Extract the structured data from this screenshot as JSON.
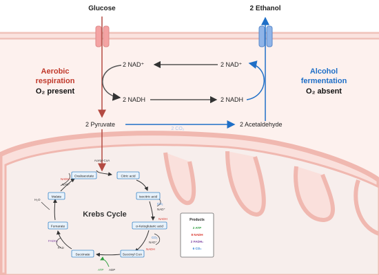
{
  "labels": {
    "glucose": "Glucose",
    "ethanol": "2 Ethanol",
    "nad_left": "2 NAD⁺",
    "nad_right": "2 NAD⁺",
    "nadh_left": "2 NADH",
    "nadh_right": "2 NADH",
    "pyruvate": "2 Pyruvate",
    "acetaldehyde": "2 Acetaldehyde",
    "co2_arrow": "2 CO₂",
    "aerobic_line1": "Aerobic",
    "aerobic_line2": "respiration",
    "aerobic_line3": "O₂ present",
    "fermentation_line1": "Alcohol",
    "fermentation_line2": "fermentation",
    "fermentation_line3": "O₂ absent"
  },
  "krebs": {
    "title": "Krebs Cycle",
    "acetyl": "Acetyl-CoA",
    "intermediates": [
      "Oxaloacetate",
      "Citric acid",
      "Isocitric acid",
      "α-Ketoglutaric acid",
      "Succinyl CoA",
      "Succinate",
      "Fumarate",
      "Malate"
    ],
    "side": {
      "nadh_top": "NADH",
      "nad_top": "NAD⁺",
      "h2o": "H₂O",
      "co2_a": "CO₂",
      "nad_a": "NAD⁺",
      "nadh_a": "NADH",
      "co2_b": "CO₂",
      "nad_b": "NAD⁺",
      "nadh_b": "NADH",
      "fadh2": "FADH₂",
      "fad": "FAD",
      "atp": "ATP",
      "adp": "ADP"
    }
  },
  "products": {
    "title": "Products",
    "items": [
      "2 ATP",
      "8 NADH",
      "2 FADH₂",
      "6 CO₂"
    ]
  },
  "colors": {
    "aerobic": "#c0392b",
    "fermentation": "#1f6fc7",
    "membrane": "#f3b9b0",
    "atp": "#2e9e3f",
    "nadh": "#d9342b",
    "fadh2": "#7b3fa0",
    "co2": "#2d7fd6",
    "node_border": "#3a86c8",
    "node_fill": "#e8f2fb"
  }
}
